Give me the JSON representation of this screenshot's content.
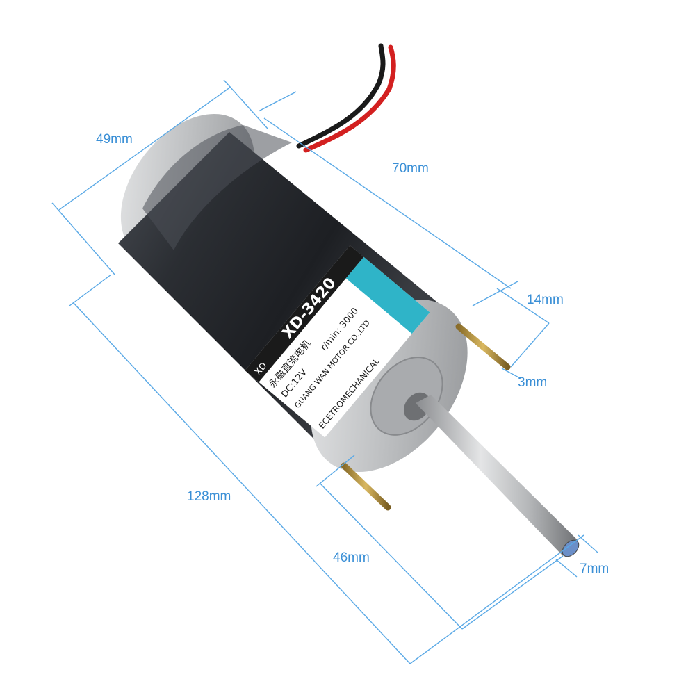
{
  "dimensions": {
    "width_49": "49mm",
    "length_70": "70mm",
    "pin_spacing_14": "14mm",
    "pin_dia_3": "3mm",
    "total_128": "128mm",
    "shaft_46": "46mm",
    "shaft_dia_7": "7mm"
  },
  "label": {
    "model": "XD-3420",
    "brand": "XD",
    "series": "ECETROMECHANICAL",
    "type_cn": "永磁直流电机",
    "voltage": "DC:12V",
    "speed": "r/min: 3000",
    "maker": "GUANG WAN MOTOR CO.,LTD"
  },
  "colors": {
    "body": "#2b2e33",
    "accent": "#2fb4c8",
    "dimension": "#5aa9e6",
    "metal": "#c9cbcd"
  }
}
